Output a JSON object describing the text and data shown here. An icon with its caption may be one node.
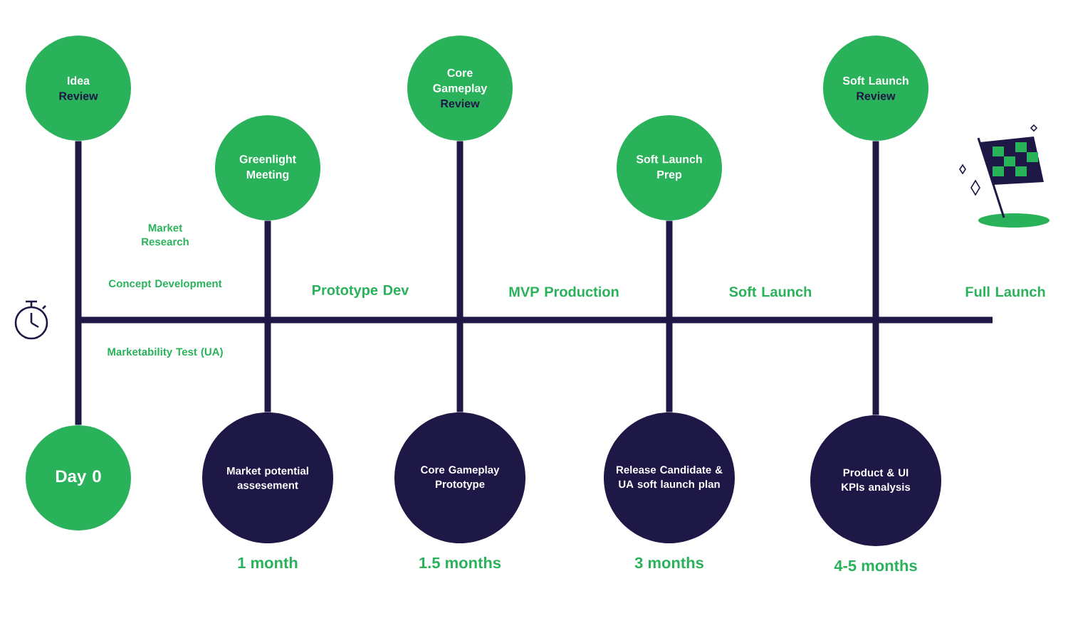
{
  "diagram": {
    "nodes": [
      {
        "text": [
          "Idea",
          "Review"
        ]
      },
      {
        "text": [
          "Day 0"
        ]
      },
      {
        "text": [
          "Greenlight Meeting"
        ]
      },
      {
        "text": [
          "Market potential assesement"
        ],
        "beside": [
          "1 month"
        ]
      },
      {
        "text": [
          "Core Gameplay",
          "Review"
        ]
      },
      {
        "text": [
          "Core Gameplay Prototype"
        ],
        "beside": [
          "1.5 months"
        ]
      },
      {
        "text": [
          "Soft Launch Prep"
        ]
      },
      {
        "text": [
          "Release Candidate & UA soft launch plan"
        ],
        "beside": [
          "3 months"
        ]
      },
      {
        "text": [
          "Soft Launch",
          "Review"
        ]
      },
      {
        "text": [
          "Product & UI KPIs analysis"
        ],
        "beside": [
          "4-5 months"
        ]
      }
    ],
    "edges": [
      {
        "from": 0,
        "to": 1,
        "arrow": "none"
      },
      {
        "from": 2,
        "to": 3,
        "arrow": "none"
      },
      {
        "from": 4,
        "to": 5,
        "arrow": "none"
      },
      {
        "from": 6,
        "to": 7,
        "arrow": "none"
      },
      {
        "from": 8,
        "to": 9,
        "arrow": "none"
      }
    ],
    "labels": [
      "Market Research",
      "Concept Development",
      "Prototype Dev",
      "MVP Production",
      "Soft Launch",
      "Full Launch",
      "Marketability Test (UA)"
    ]
  }
}
